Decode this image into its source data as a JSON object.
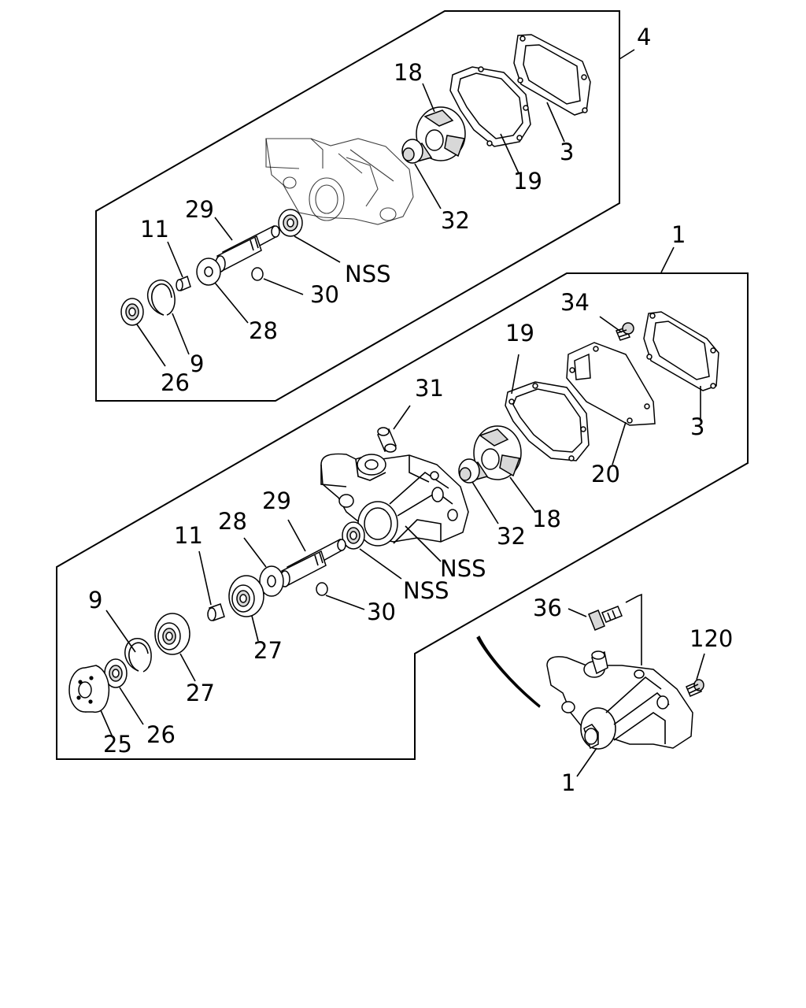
{
  "labels": {
    "l4": "4",
    "l1_top": "1",
    "u18": "18",
    "u3": "3",
    "u19": "19",
    "u32": "32",
    "u29": "29",
    "u11": "11",
    "unss": "NSS",
    "u30": "30",
    "u28": "28",
    "u9": "9",
    "u26": "26",
    "m34": "34",
    "m19": "19",
    "m31": "31",
    "m3": "3",
    "m20": "20",
    "m32": "32",
    "m18": "18",
    "m29": "29",
    "m28": "28",
    "m11": "11",
    "mnss1": "NSS",
    "mnss2": "NSS",
    "m30": "30",
    "m9": "9",
    "m27a": "27",
    "m27b": "27",
    "m25": "25",
    "m26": "26",
    "a36": "36",
    "a120": "120",
    "a1": "1"
  }
}
